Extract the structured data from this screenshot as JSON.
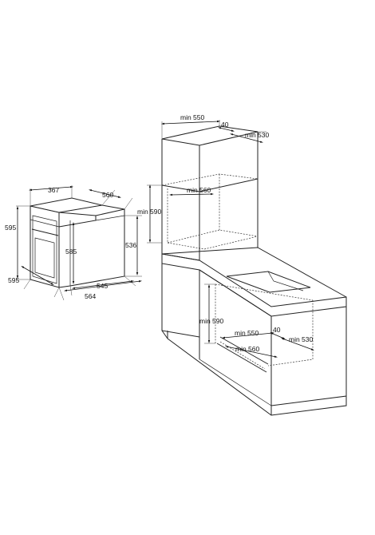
{
  "oven_dimensions": {
    "top_depth": "367",
    "side_depth": "560",
    "height_outer": "595",
    "height_front": "585",
    "height_side": "536",
    "width_front": "595",
    "width_inner": "545",
    "width_outer": "564"
  },
  "tall_unit": {
    "width": "min 550",
    "back_gap": "40",
    "depth": "min 530",
    "inner_width": "min 560",
    "height": "min 590"
  },
  "under_counter": {
    "height": "min 590",
    "width": "min 550",
    "back_gap": "40",
    "depth": "min 530",
    "inner_width": "min 560"
  }
}
